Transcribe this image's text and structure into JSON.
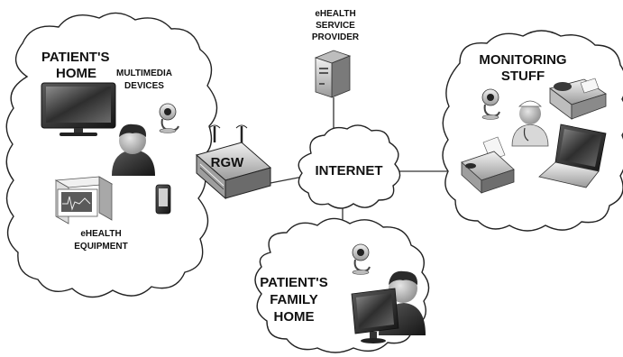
{
  "clouds": {
    "patient_home": {
      "title_line1": "PATIENT'S",
      "title_line2": "HOME",
      "multimedia_line1": "MULTIMEDIA",
      "multimedia_line2": "DEVICES",
      "equipment_line1": "eHEALTH",
      "equipment_line2": "EQUIPMENT"
    },
    "internet": {
      "label": "INTERNET"
    },
    "monitoring": {
      "title_line1": "MONITORING",
      "title_line2": "STUFF"
    },
    "family_home": {
      "title_line1": "PATIENT'S",
      "title_line2": "FAMILY",
      "title_line3": "HOME"
    }
  },
  "provider": {
    "label_line1": "eHEALTH",
    "label_line2": "SERVICE",
    "label_line3": "PROVIDER"
  },
  "gateway": {
    "label": "RGW"
  },
  "colors": {
    "cloud_fill": "#ffffff",
    "stroke": "#222222",
    "device_dark": "#2b2b2b",
    "device_mid": "#8a8a8a",
    "device_light": "#d9d9d9"
  },
  "icons": [
    "cloud-icon",
    "server-icon",
    "router-icon",
    "tv-icon",
    "webcam-icon",
    "person-icon",
    "patient-monitor-icon",
    "phone-icon",
    "fax-icon",
    "nurse-icon",
    "printer-icon",
    "laptop-icon",
    "desktop-monitor-icon"
  ]
}
